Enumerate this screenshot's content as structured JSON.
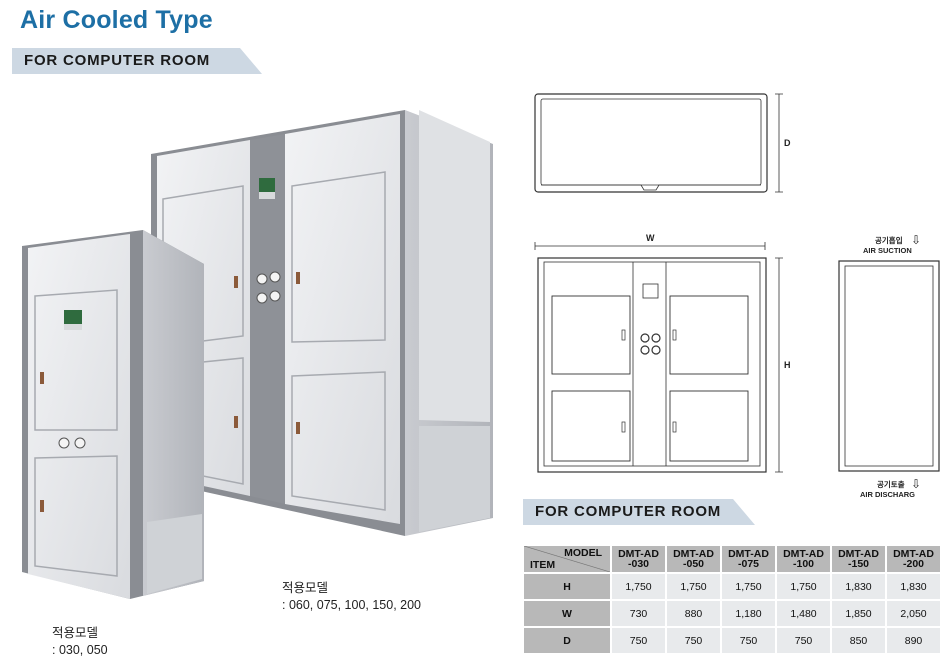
{
  "title": "Air Cooled Type",
  "section_label": "FOR COMPUTER ROOM",
  "table_section_label": "FOR COMPUTER ROOM",
  "captions": [
    {
      "heading": "적용모델",
      "models": ": 060, 075, 100, 150, 200"
    },
    {
      "heading": "적용모델",
      "models": ": 030, 050"
    }
  ],
  "drawing": {
    "dim_d": "D",
    "dim_w": "W",
    "dim_h": "H",
    "suction_ko": "공기흡입",
    "suction_en": "AIR SUCTION",
    "discharge_ko": "공기토출",
    "discharge_en": "AIR DISCHARG",
    "arrow_down": "⇩"
  },
  "spec_table": {
    "corner_model": "MODEL",
    "corner_item": "ITEM",
    "models": [
      {
        "line1": "DMT-AD",
        "line2": "-030"
      },
      {
        "line1": "DMT-AD",
        "line2": "-050"
      },
      {
        "line1": "DMT-AD",
        "line2": "-075"
      },
      {
        "line1": "DMT-AD",
        "line2": "-100"
      },
      {
        "line1": "DMT-AD",
        "line2": "-150"
      },
      {
        "line1": "DMT-AD",
        "line2": "-200"
      }
    ],
    "rows": [
      {
        "item": "H",
        "values": [
          "1,750",
          "1,750",
          "1,750",
          "1,750",
          "1,830",
          "1,830"
        ]
      },
      {
        "item": "W",
        "values": [
          "730",
          "880",
          "1,180",
          "1,480",
          "1,850",
          "2,050"
        ]
      },
      {
        "item": "D",
        "values": [
          "750",
          "750",
          "750",
          "750",
          "850",
          "890"
        ]
      }
    ]
  }
}
